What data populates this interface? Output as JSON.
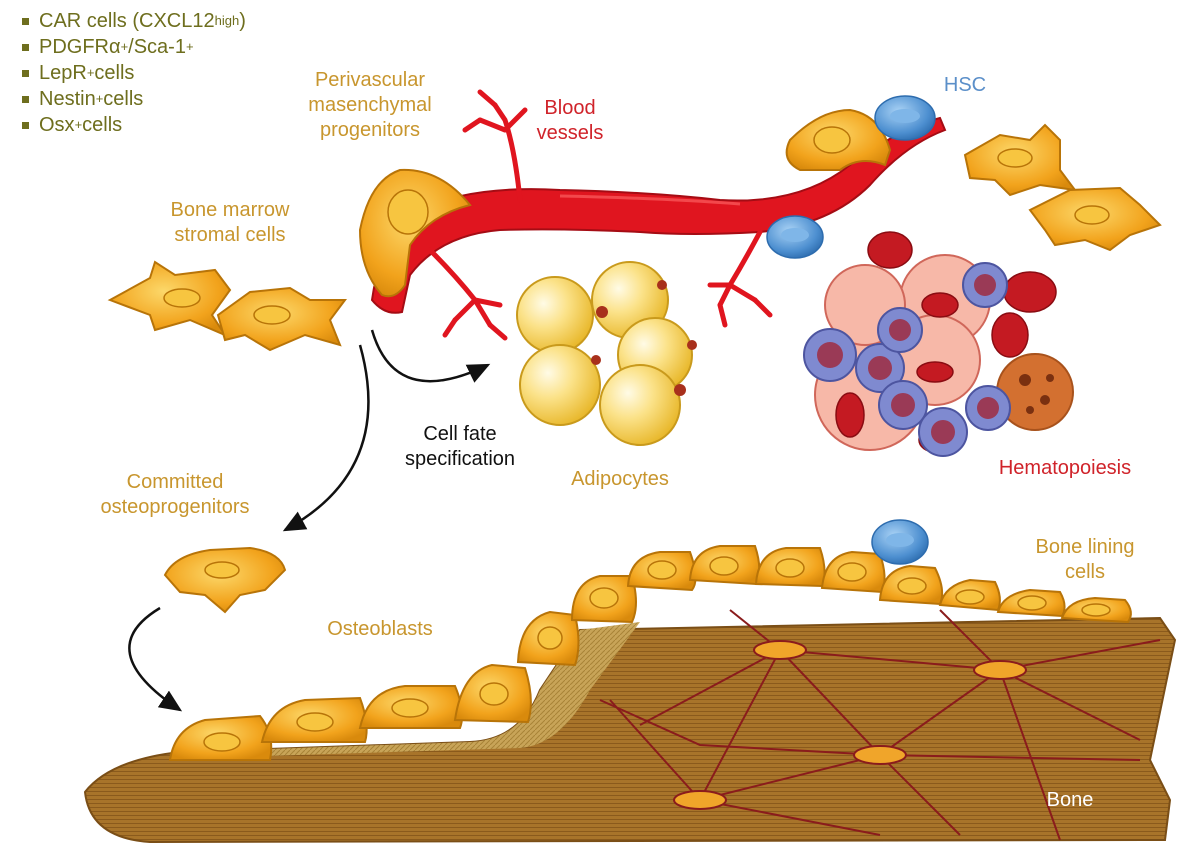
{
  "legend": {
    "items": [
      {
        "text": "CAR cells (CXCL12",
        "sup": "high",
        "after": ")"
      },
      {
        "text": "PDGFRα",
        "sup": "+",
        "after": "/Sca-1",
        "sup2": "+"
      },
      {
        "text": "LepR",
        "sup": "+",
        "after": " cells"
      },
      {
        "text": "Nestin",
        "sup": "+",
        "after": " cells"
      },
      {
        "text": "Osx",
        "sup": "+",
        "after": " cells"
      }
    ]
  },
  "labels": {
    "perivascular": [
      "Perivascular",
      "masenchymal",
      "progenitors"
    ],
    "blood_vessels": [
      "Blood",
      "vessels"
    ],
    "hsc_top": "HSC",
    "bmsc": [
      "Bone marrow",
      "stromal cells"
    ],
    "cell_fate": [
      "Cell fate",
      "specification"
    ],
    "adipocytes": "Adipocytes",
    "hematopoiesis": "Hematopoiesis",
    "committed": [
      "Committed",
      "osteoprogenitors"
    ],
    "osteoblasts": "Osteoblasts",
    "bone_lining": [
      "Bone lining",
      "cells"
    ],
    "bone": "Bone"
  },
  "colors": {
    "stromal_cell": "#f2a31c",
    "vessel": "#e0151f",
    "hsc": "#4d8fd0",
    "adipocyte": "#f7cf3d",
    "bone": "#a8742a",
    "label_gold": "#c8962e",
    "label_red": "#d0232a"
  }
}
